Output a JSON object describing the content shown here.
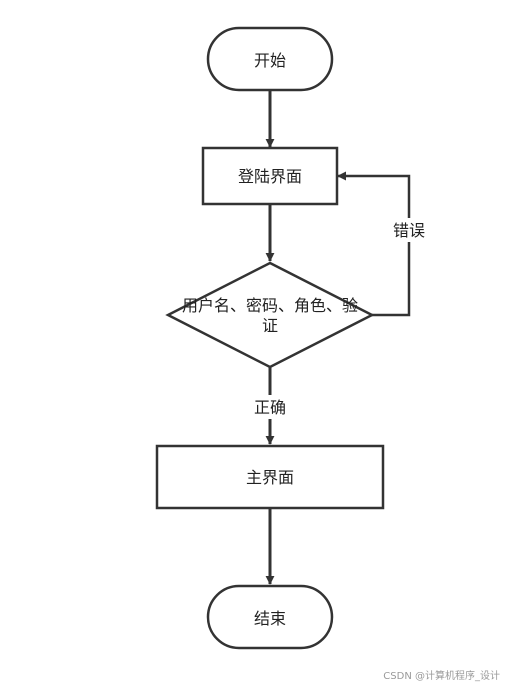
{
  "diagram": {
    "nodes": {
      "start": {
        "label": "开始"
      },
      "login": {
        "label": "登陆界面"
      },
      "verify": {
        "label_line1": "用户名、密码、角色、验",
        "label_line2": "证"
      },
      "main": {
        "label": "主界面"
      },
      "end": {
        "label": "结束"
      }
    },
    "edges": {
      "error_label": "错误",
      "correct_label": "正确"
    }
  },
  "watermark": "CSDN @计算机程序_设计",
  "colors": {
    "stroke": "#333333",
    "text": "#222222",
    "background": "#ffffff"
  }
}
